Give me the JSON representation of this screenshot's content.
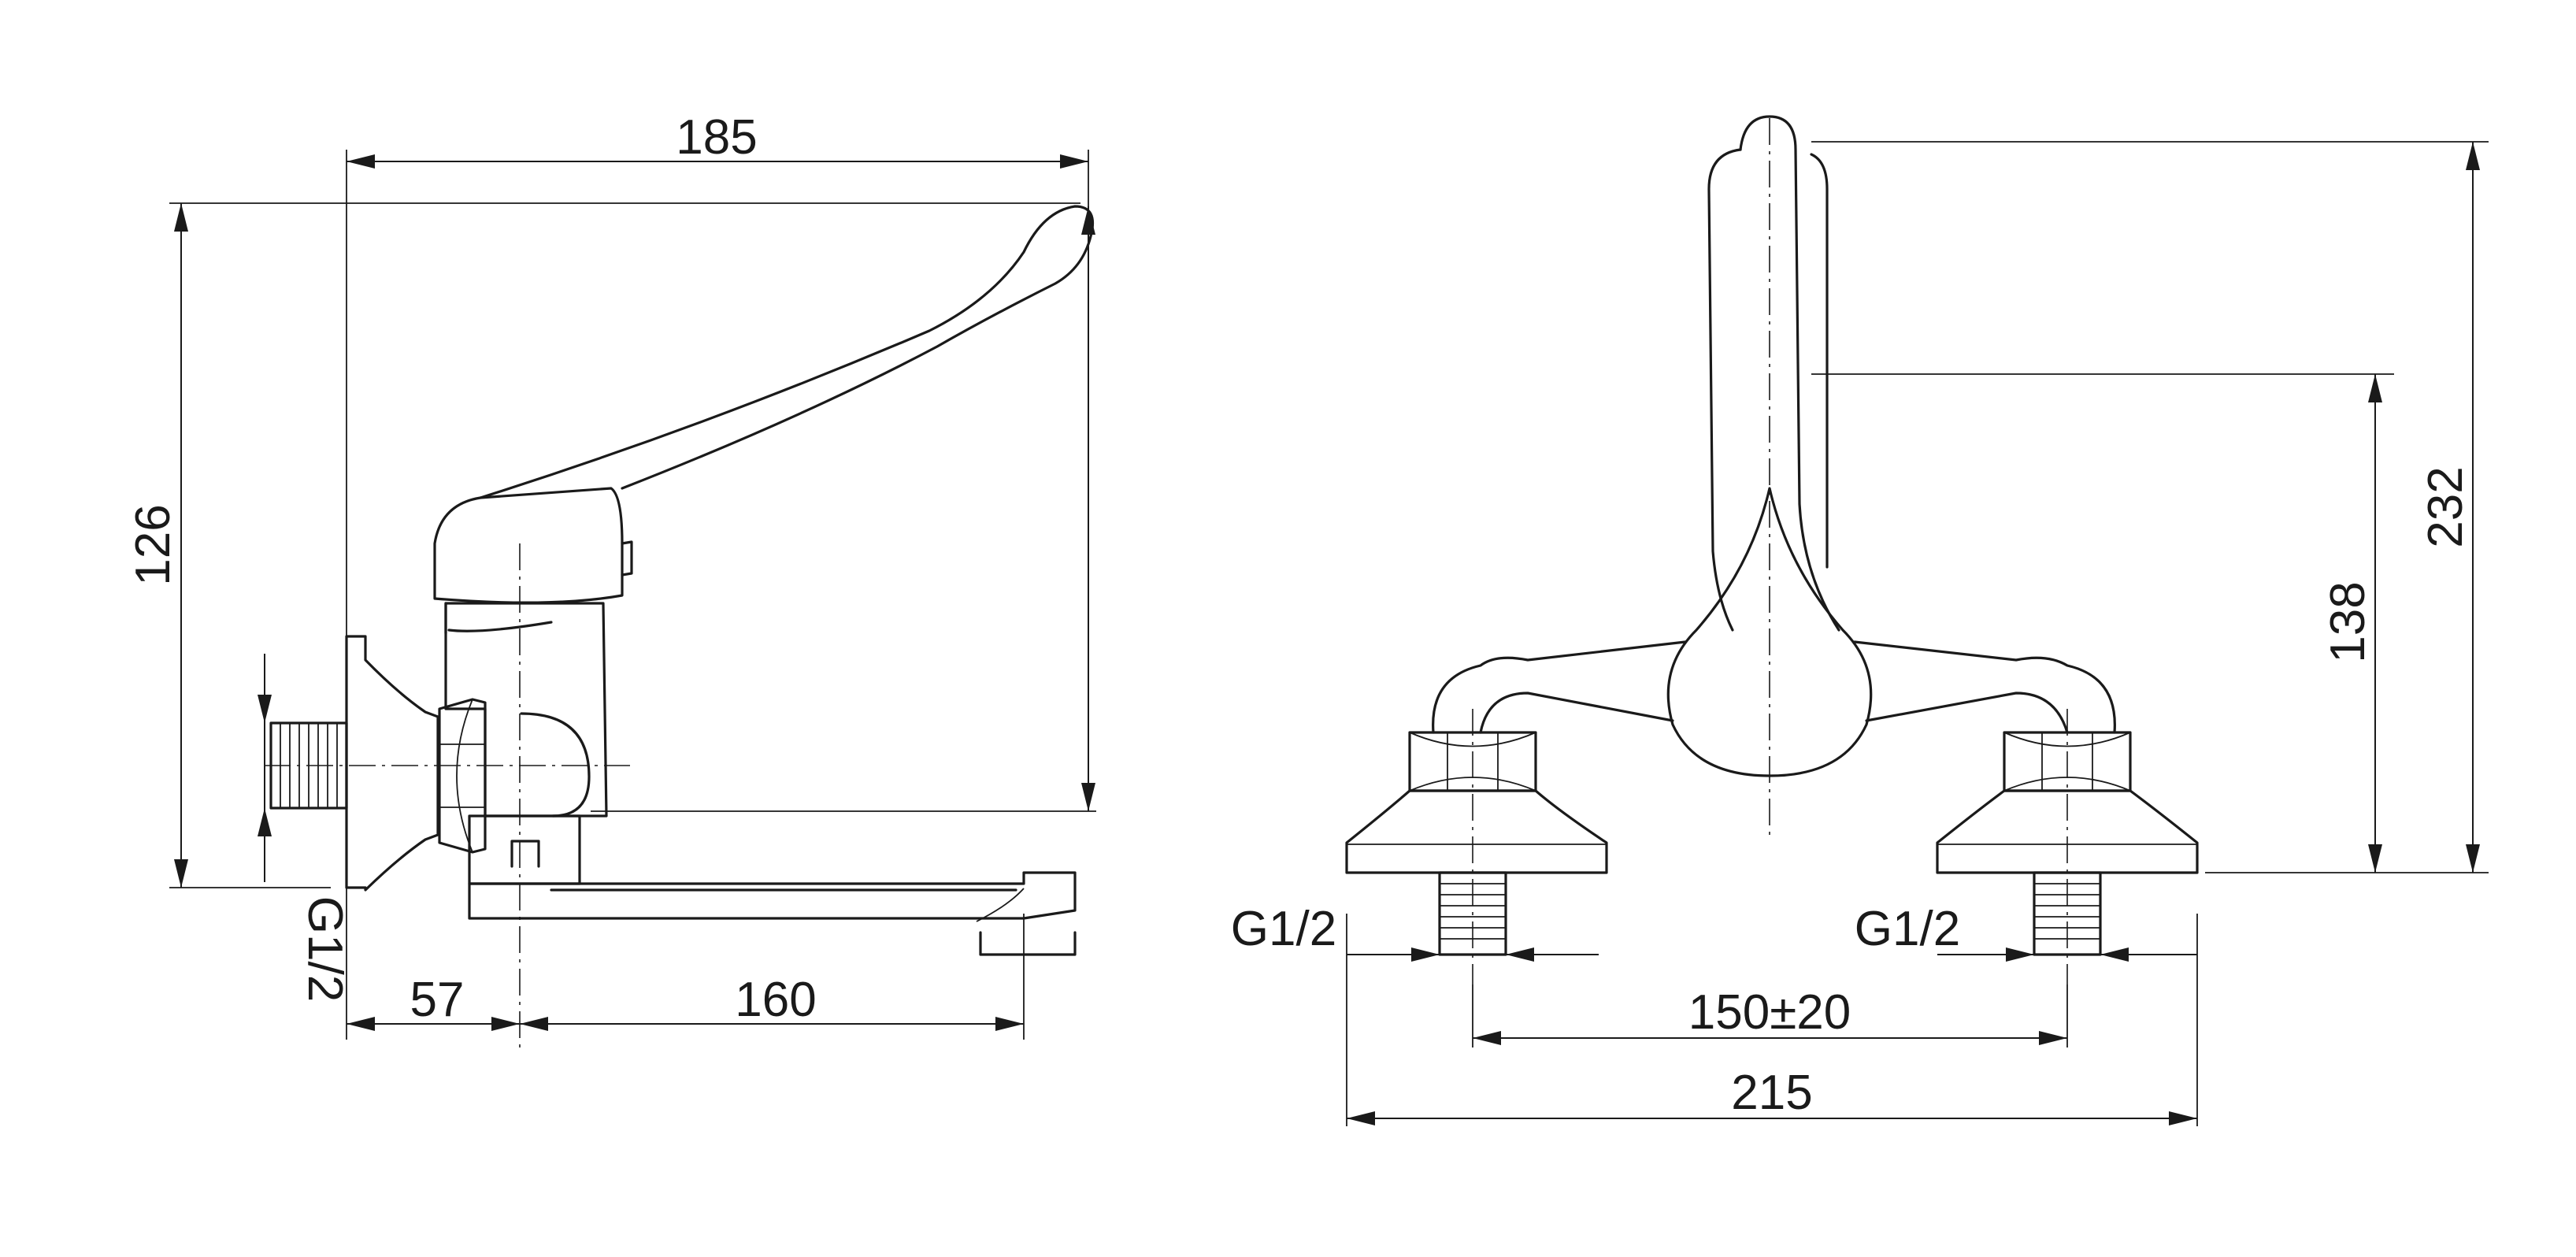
{
  "side_view": {
    "dim_overall_length": "185",
    "dim_height": "126",
    "dim_wall_to_axis": "57",
    "dim_spout_reach": "160",
    "thread_label": "G1/2"
  },
  "front_view": {
    "dim_total_height": "232",
    "dim_handle_height": "138",
    "dim_centres": "150±20",
    "dim_overall_width": "215",
    "thread_label_left": "G1/2",
    "thread_label_right": "G1/2"
  }
}
